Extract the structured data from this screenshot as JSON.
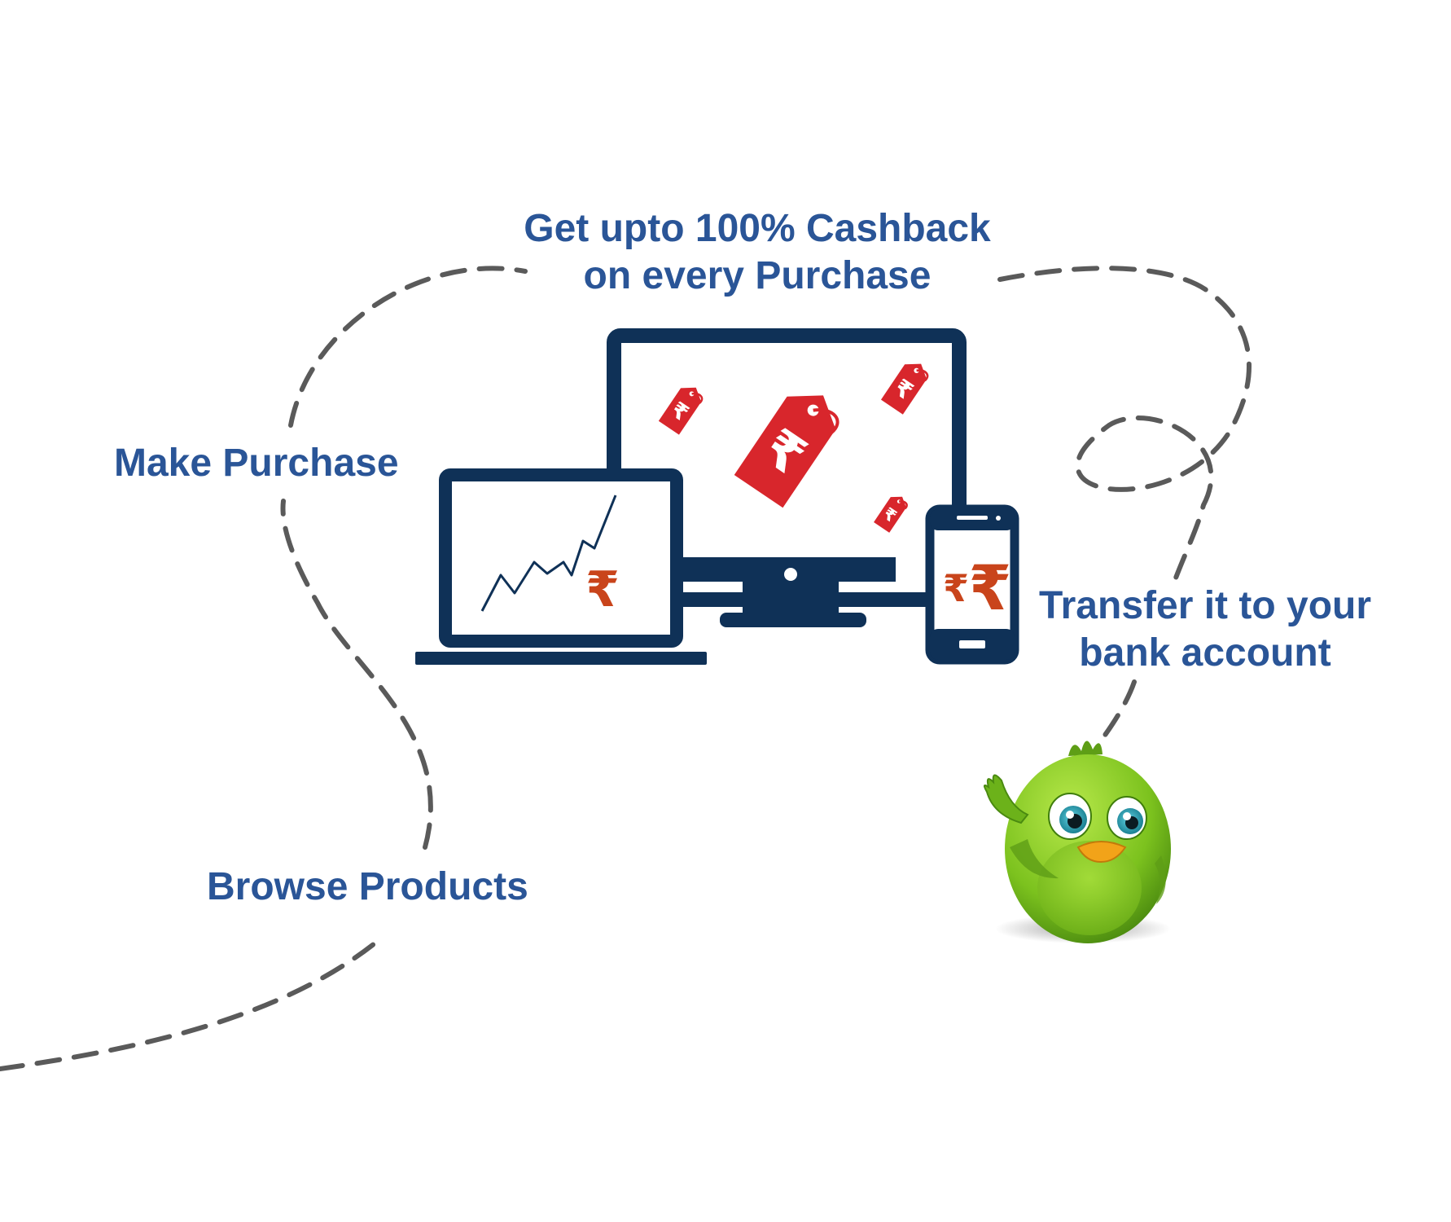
{
  "colors": {
    "label_text": "#2a5597",
    "dashed_path": "#5a5a5a",
    "device_frame": "#0f3157",
    "price_tag": "#d8262c",
    "rupee_orange": "#c9441b",
    "bird_green": "#7cc21e"
  },
  "steps": {
    "browse": "Browse Products",
    "purchase": "Make Purchase",
    "cashback_line1": "Get upto 100% Cashback",
    "cashback_line2": "on every Purchase",
    "transfer_line1": "Transfer it to your",
    "transfer_line2": "bank account"
  },
  "illustration": {
    "currency_symbol": "₹",
    "devices": [
      "monitor",
      "laptop",
      "smartphone"
    ],
    "icons": [
      "price-tag-icon",
      "rupee-icon",
      "trend-line-icon",
      "bird-mascot"
    ]
  }
}
